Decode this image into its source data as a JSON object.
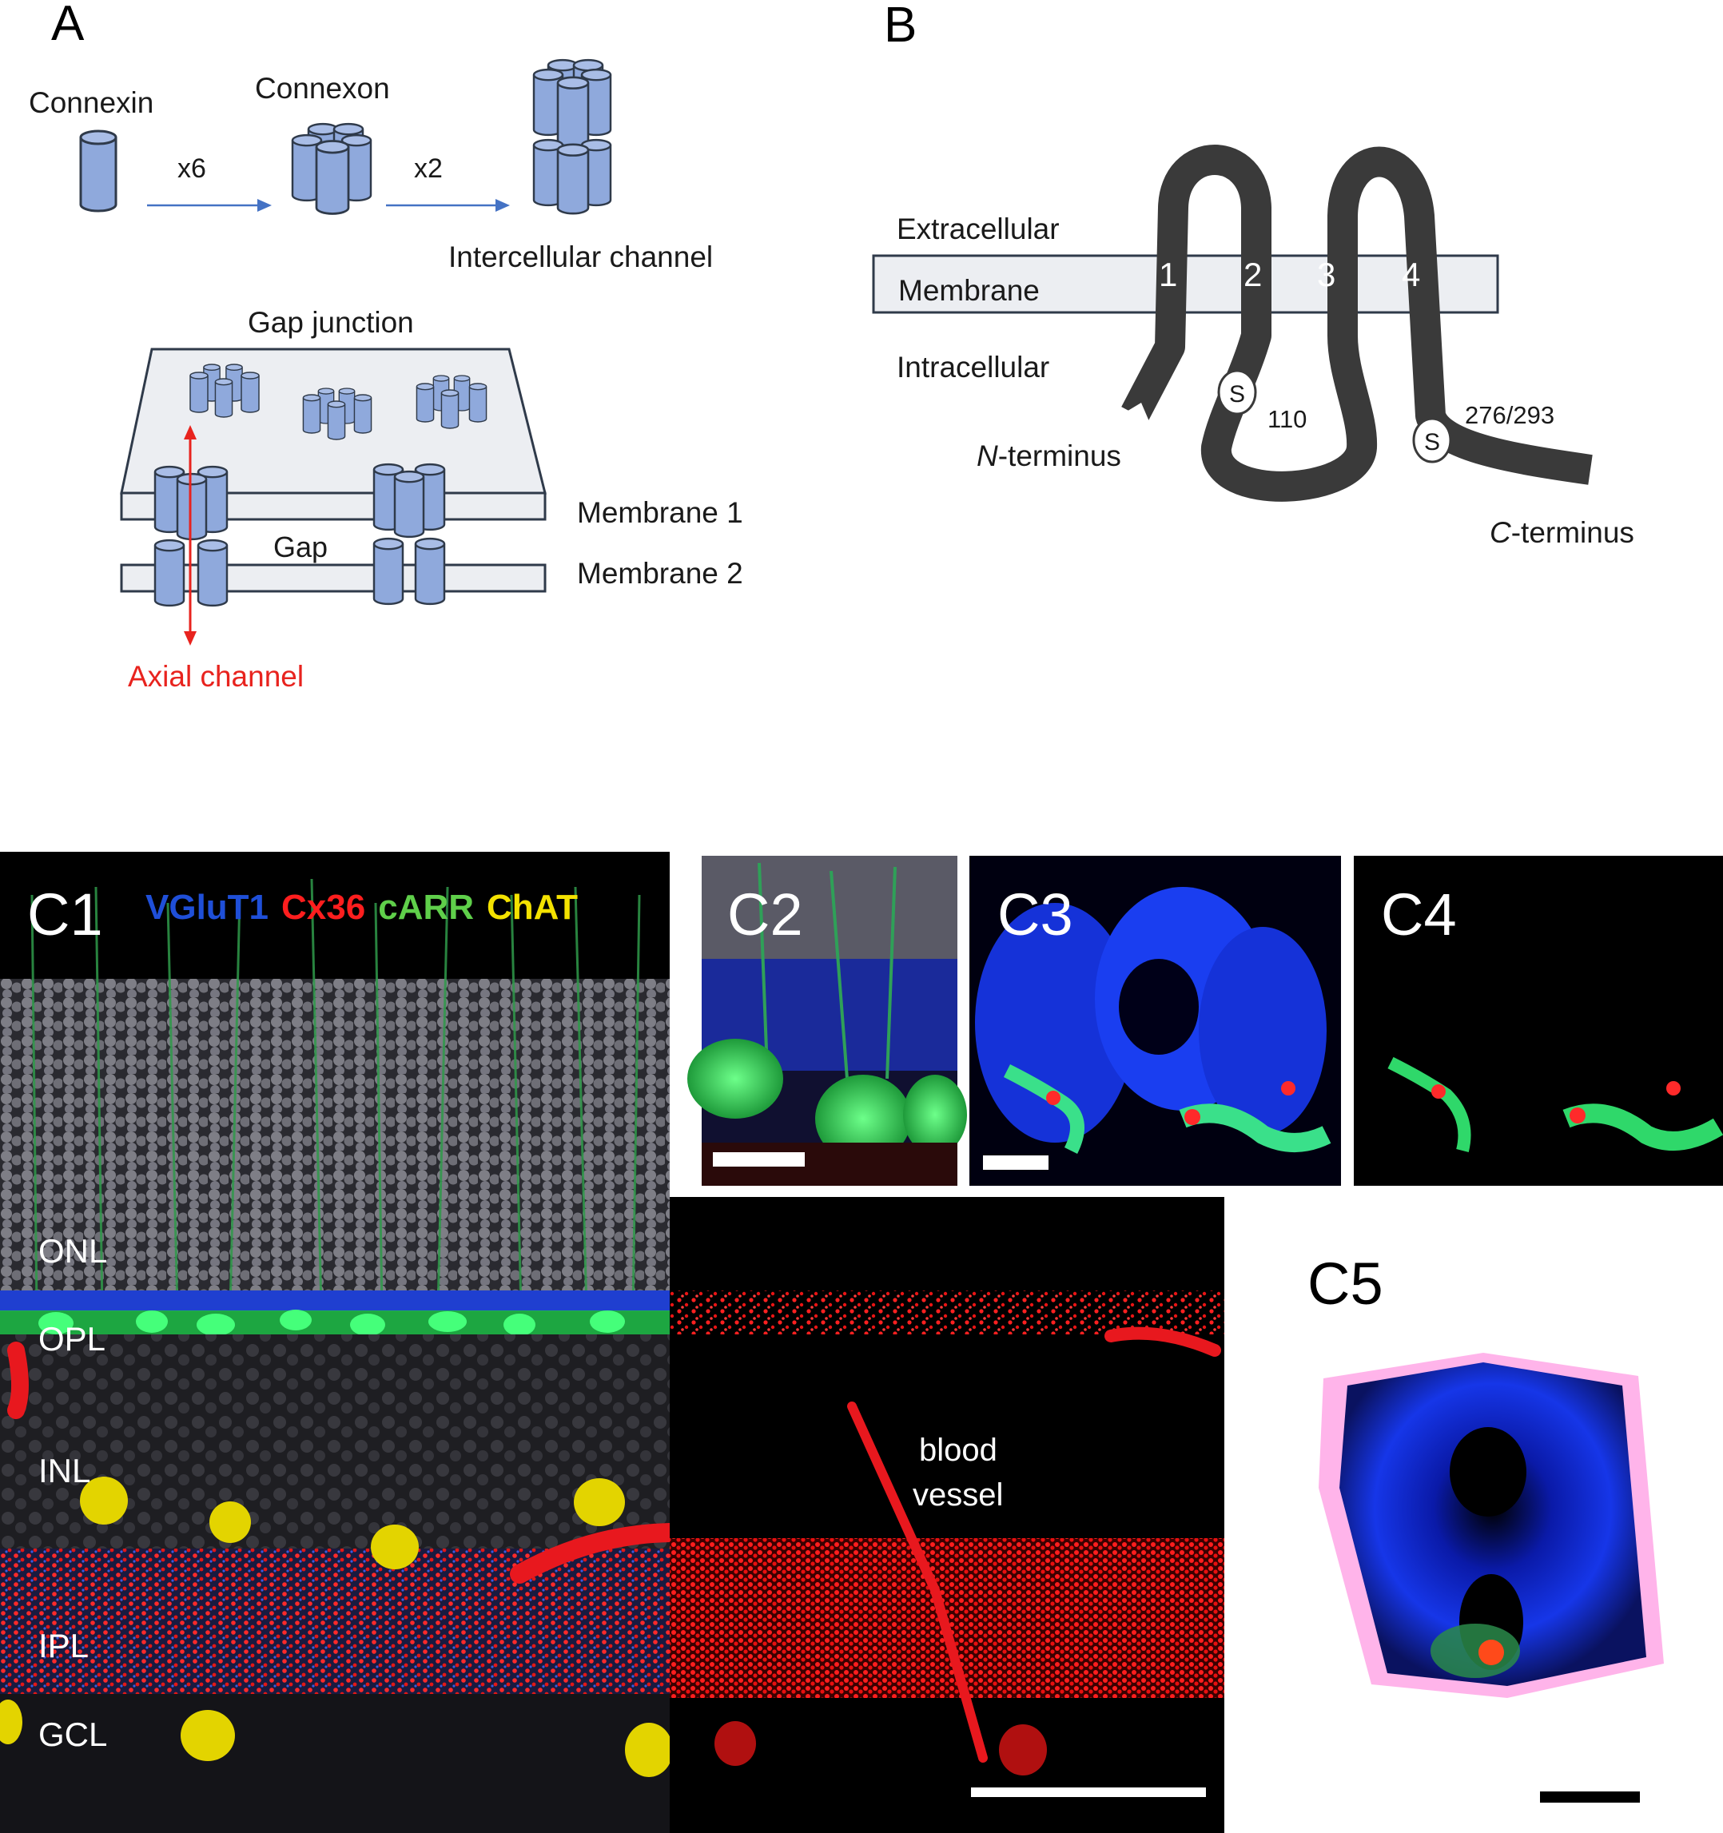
{
  "panel_a": {
    "letter": "A",
    "connexin": "Connexin",
    "connexon": "Connexon",
    "x6": "x6",
    "x2": "x2",
    "intercellular_channel": "Intercellular channel",
    "gap_junction": "Gap junction",
    "membrane1": "Membrane 1",
    "membrane2": "Membrane 2",
    "gap": "Gap",
    "axial_channel": "Axial channel"
  },
  "panel_b": {
    "letter": "B",
    "extracellular": "Extracellular",
    "membrane": "Membrane",
    "intracellular": "Intracellular",
    "tm1": "1",
    "tm2": "2",
    "tm3": "3",
    "tm4": "4",
    "s_site": "S",
    "site_110": "110",
    "site_276": "276/293",
    "n_term_italic": "N",
    "n_term_rest": "-terminus",
    "c_term_italic": "C",
    "c_term_rest": "-terminus"
  },
  "panel_c": {
    "c1": "C1",
    "c2": "C2",
    "c3": "C3",
    "c4": "C4",
    "c5": "C5",
    "stain_vglut1": "VGluT1",
    "stain_cx36": "Cx36",
    "stain_carr": "cARR",
    "stain_chat": "ChAT",
    "layer_onl": "ONL",
    "layer_opl": "OPL",
    "layer_inl": "INL",
    "layer_ipl": "IPL",
    "layer_gcl": "GCL",
    "blood": "blood",
    "vessel": "vessel"
  },
  "colors": {
    "cylinder_fill": "#8fa9dc",
    "membrane_fill": "#e8eaee",
    "axial_red": "#e8231e",
    "arrow_blue": "#4472c4",
    "protein_dark": "#3a3a3a",
    "stain_blue": "#1f4fd8",
    "stain_red": "#ff1e1e",
    "stain_green": "#5fcf4a",
    "stain_yellow": "#f4e200"
  }
}
